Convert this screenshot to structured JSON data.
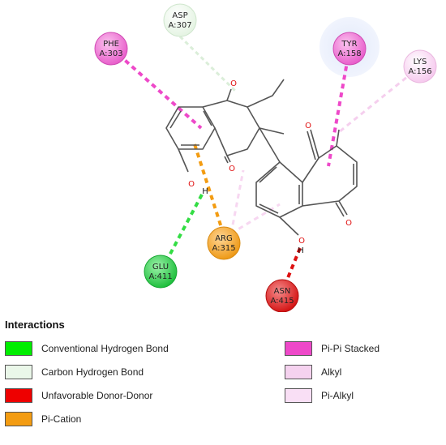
{
  "residues": [
    {
      "id": "ASP",
      "name": "ASP",
      "pos": "A:307",
      "fill": "#ebf7ea"
    },
    {
      "id": "PHE",
      "name": "PHE",
      "pos": "A:303",
      "fill": "#ee6fd6"
    },
    {
      "id": "TYR",
      "name": "TYR",
      "pos": "A:158",
      "fill": "#ee6fd6"
    },
    {
      "id": "LYS",
      "name": "LYS",
      "pos": "A:156",
      "fill": "#f9d4f1"
    },
    {
      "id": "ARG",
      "name": "ARG",
      "pos": "A:315",
      "fill": "#f0a020"
    },
    {
      "id": "GLU",
      "name": "GLU",
      "pos": "A:411",
      "fill": "#2fd44f"
    },
    {
      "id": "ASN",
      "name": "ASN",
      "pos": "A:415",
      "fill": "#e52727"
    }
  ],
  "atom_labels": {
    "oxygen": "O",
    "hydrogen": "H"
  },
  "legend": {
    "title": "Interactions",
    "items": [
      {
        "label": "Conventional Hydrogen Bond",
        "color": "#00ee00"
      },
      {
        "label": "Carbon Hydrogen Bond",
        "color": "#eaf7e9"
      },
      {
        "label": "Unfavorable Donor-Donor",
        "color": "#ee0000"
      },
      {
        "label": "Pi-Cation",
        "color": "#f39c12"
      },
      {
        "label": "Pi-Pi Stacked",
        "color": "#ee49c9"
      },
      {
        "label": "Alkyl",
        "color": "#f5d2ef"
      },
      {
        "label": "Pi-Alkyl",
        "color": "#f9dff5"
      }
    ]
  }
}
